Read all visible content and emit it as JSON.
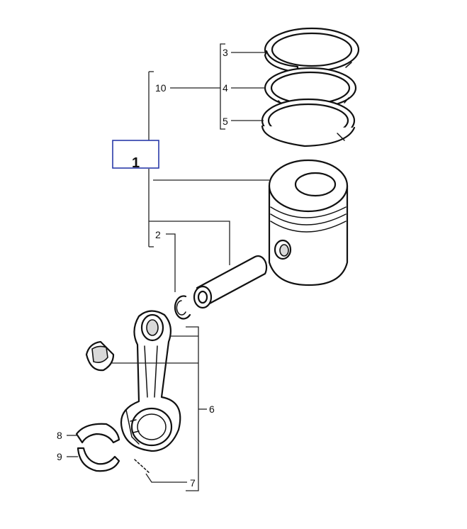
{
  "callouts": {
    "main": "1",
    "piston_pin_circlip": "2",
    "top_ring": "3",
    "second_ring": "4",
    "oil_ring": "5",
    "connecting_rod": "6",
    "rod_bolt": "7",
    "bearing_upper": "8",
    "bearing_lower": "9",
    "ring_set": "10"
  },
  "colors": {
    "highlight_box": "#2a3aa8",
    "line": "#222222",
    "shade": "#d9d9d9"
  }
}
